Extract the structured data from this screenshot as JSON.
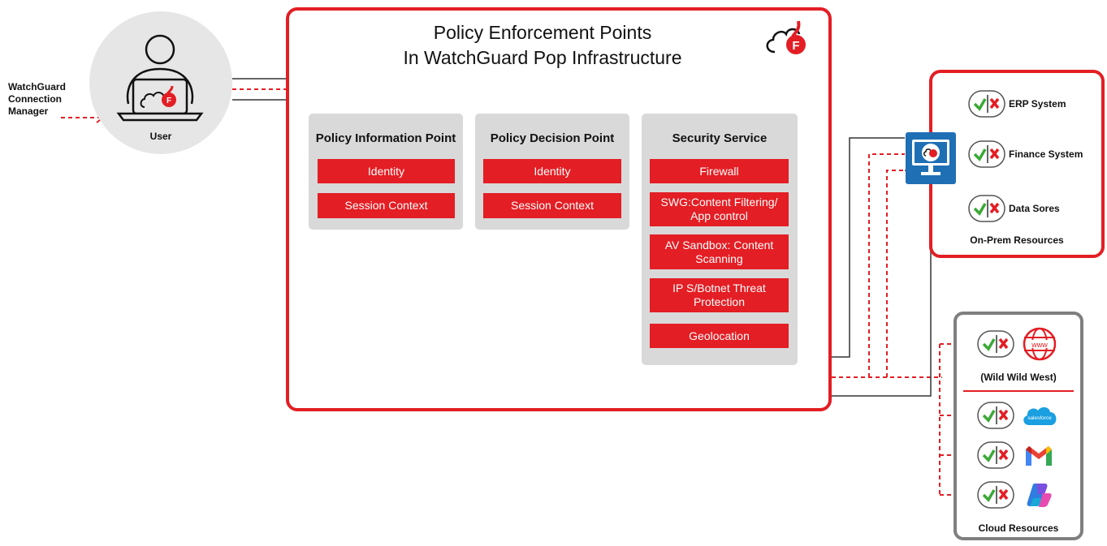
{
  "pep": {
    "title_line1": "Policy Enforcement Points",
    "title_line2": "In WatchGuard Pop Infrastructure"
  },
  "user": {
    "label": "User"
  },
  "connection_manager": {
    "line1": "WatchGuard",
    "line2": "Connection",
    "line3": "Manager"
  },
  "panels": {
    "pip": {
      "title": "Policy Information Point",
      "items": [
        "Identity",
        "Session Context"
      ]
    },
    "pdp": {
      "title": "Policy Decision Point",
      "items": [
        "Identity",
        "Session Context"
      ]
    },
    "security": {
      "title": "Security Service",
      "items": [
        "Firewall",
        "SWG:Content Filtering/ App control",
        "AV Sandbox: Content Scanning",
        "IP S/Botnet Threat Protection",
        "Geolocation"
      ]
    }
  },
  "on_prem": {
    "caption": "On-Prem Resources",
    "items": [
      "ERP System",
      "Finance System",
      "Data Sores"
    ]
  },
  "cloud": {
    "caption": "Cloud Resources",
    "wild_west": "(Wild Wild West)",
    "www_text": "www",
    "salesforce_text": "salesforce"
  },
  "colors": {
    "brand_red": "#e31e24",
    "panel_gray": "#d9d9d9",
    "circle_gray": "#e6e6e6",
    "monitor_blue": "#1f6fb5",
    "check_green": "#3aa935",
    "cloud_border": "#7f7f7f"
  },
  "icons": [
    "watchguard-cloud-logo-icon",
    "person-icon",
    "laptop-icon",
    "monitor-icon",
    "check-x-icon",
    "www-globe-icon",
    "salesforce-icon",
    "gmail-icon",
    "copilot-icon"
  ]
}
